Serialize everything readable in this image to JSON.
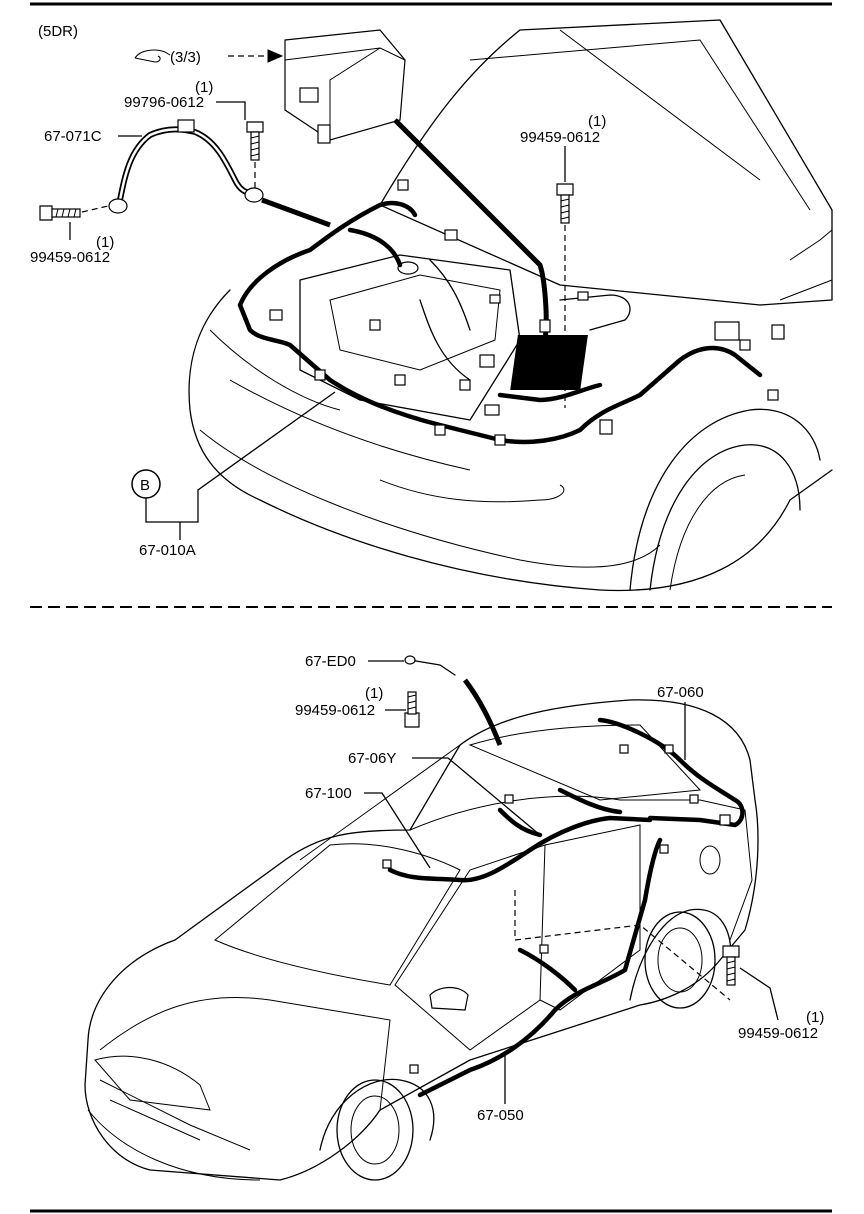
{
  "variant": "(5DR)",
  "top_view": {
    "ref_arrow": "(3/3)",
    "parts": {
      "p1": {
        "number": "99796-0612",
        "qty": "(1)"
      },
      "p2": {
        "number": "67-071C"
      },
      "p3": {
        "number": "99459-0612",
        "qty": "(1)"
      },
      "p4": {
        "number": "99459-0612",
        "qty": "(1)"
      },
      "p5": {
        "number": "67-010A"
      }
    },
    "callout": "B"
  },
  "bottom_view": {
    "parts": {
      "p1": {
        "number": "67-ED0"
      },
      "p2": {
        "number": "99459-0612",
        "qty": "(1)"
      },
      "p3": {
        "number": "67-06Y"
      },
      "p4": {
        "number": "67-100"
      },
      "p5": {
        "number": "67-060"
      },
      "p6": {
        "number": "99459-0612",
        "qty": "(1)"
      },
      "p7": {
        "number": "67-050"
      }
    }
  }
}
